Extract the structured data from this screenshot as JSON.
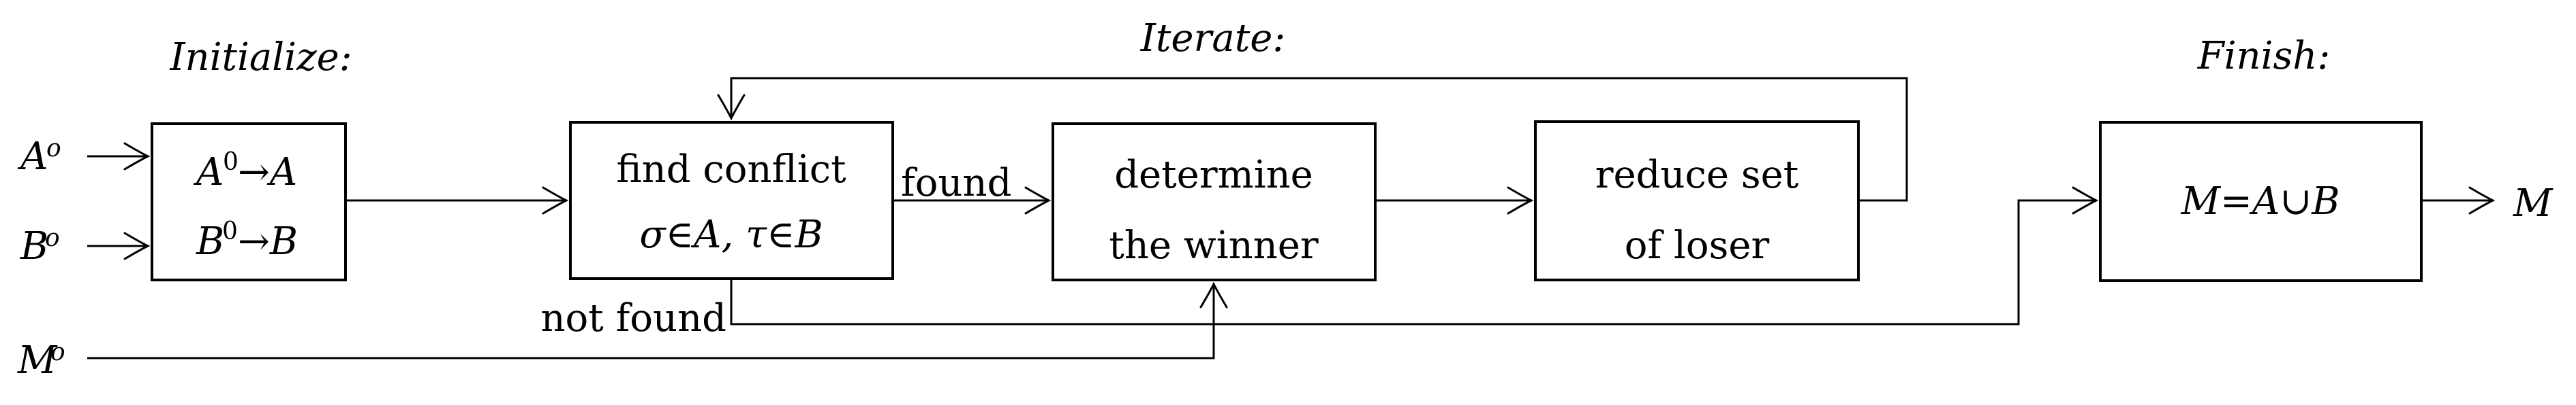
{
  "sections": {
    "initialize": "Initialize:",
    "iterate": "Iterate:",
    "finish": "Finish:"
  },
  "inputs": {
    "a": {
      "base": "A",
      "sup": "o"
    },
    "b": {
      "base": "B",
      "sup": "o"
    },
    "m": {
      "base": "M",
      "sup": "o"
    }
  },
  "output": {
    "label": "M"
  },
  "boxes": {
    "initialize": {
      "line1": {
        "base": "A",
        "sup": "0",
        "rest": "→A"
      },
      "line2": {
        "base": "B",
        "sup": "0",
        "rest": "→B"
      }
    },
    "find_conflict": {
      "line1": "find conflict",
      "line2": "σ∈A, τ∈B"
    },
    "determine_winner": {
      "line1": "determine",
      "line2": "the winner"
    },
    "reduce_loser": {
      "line1": "reduce set",
      "line2": "of loser"
    },
    "finish": {
      "label": "M=A∪B"
    }
  },
  "edge_labels": {
    "found": "found",
    "not_found": "not found"
  },
  "colors": {
    "ink": "#000000",
    "background": "#ffffff"
  }
}
